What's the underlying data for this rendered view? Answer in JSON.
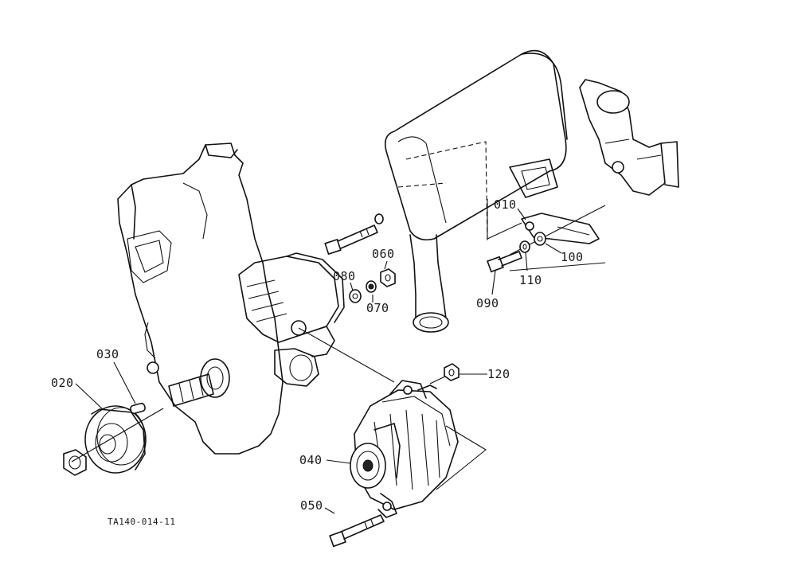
{
  "diagram": {
    "drawing_code": "TA140-014-11",
    "parts": {
      "p010": "010",
      "p020": "020",
      "p030": "030",
      "p040": "040",
      "p050": "050",
      "p060": "060",
      "p070": "070",
      "p080": "080",
      "p090": "090",
      "p100": "100",
      "p110": "110",
      "p120": "120"
    },
    "line_color": "#111111",
    "background": "#ffffff"
  }
}
